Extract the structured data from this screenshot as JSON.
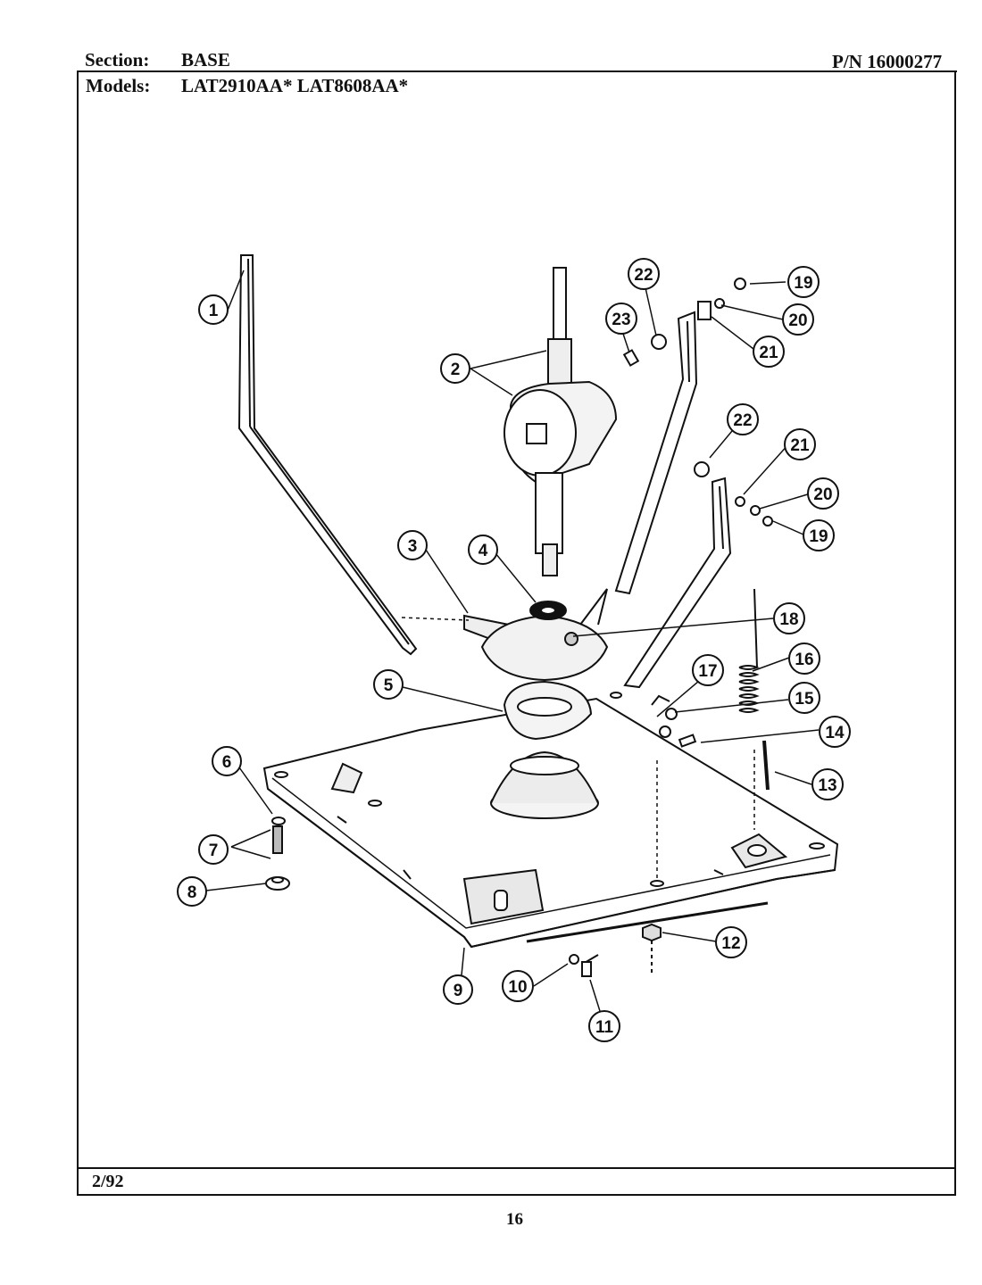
{
  "header": {
    "section_label": "Section:",
    "section_value": "BASE",
    "part_number": "P/N 16000277",
    "models_label": "Models:",
    "models_value": "LAT2910AA*   LAT8608AA*"
  },
  "footer": {
    "date": "2/92",
    "page_number": "16"
  },
  "callouts": [
    "1",
    "2",
    "3",
    "4",
    "5",
    "6",
    "7",
    "8",
    "9",
    "10",
    "11",
    "12",
    "13",
    "14",
    "15",
    "16",
    "17",
    "18",
    "19",
    "20",
    "21",
    "22",
    "23"
  ]
}
